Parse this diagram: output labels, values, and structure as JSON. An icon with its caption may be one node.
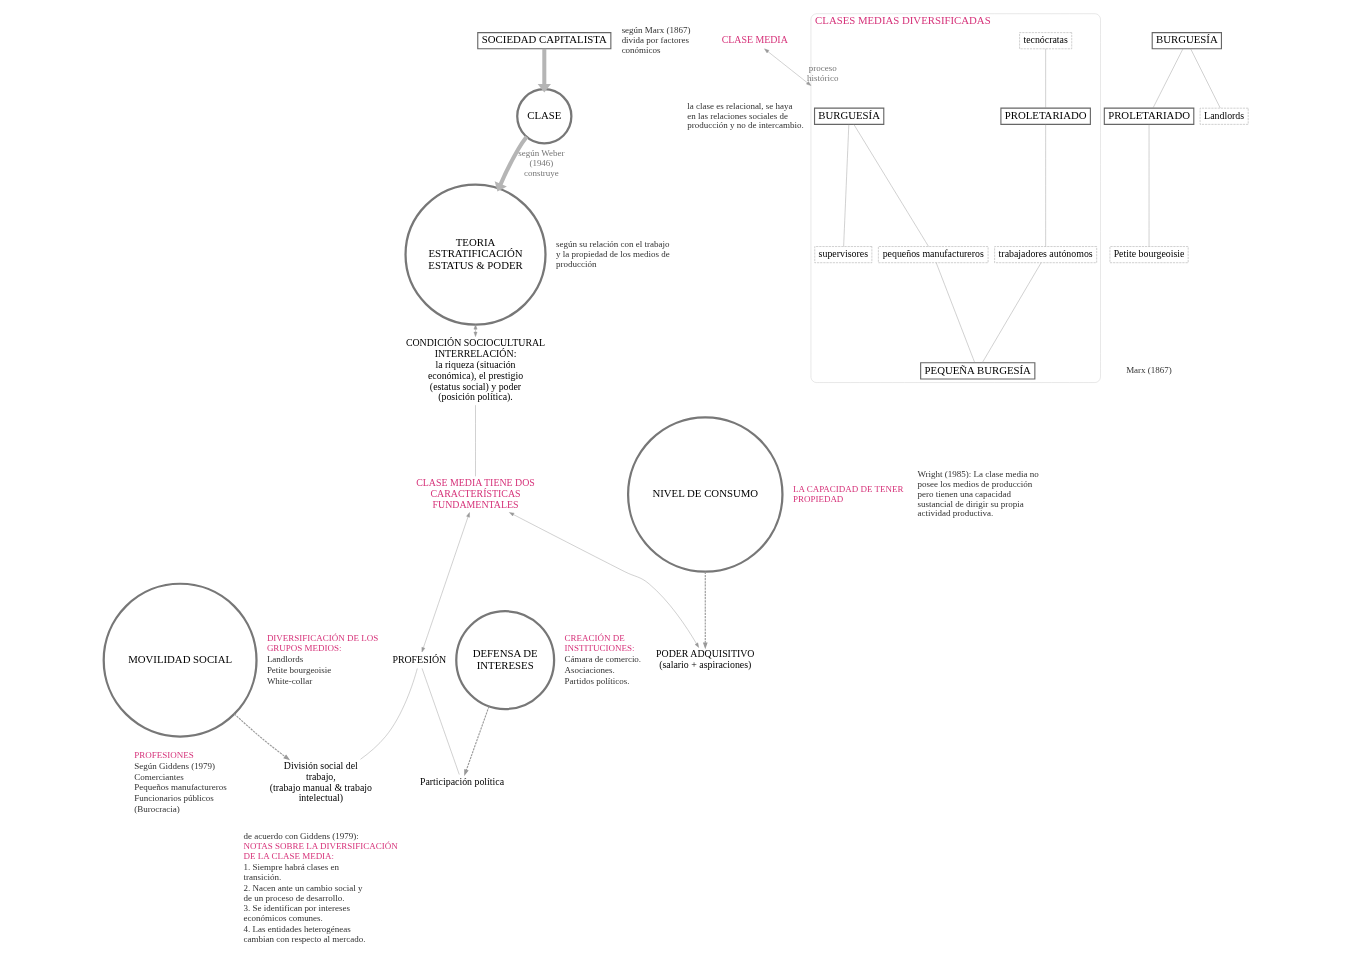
{
  "diagram": {
    "nodes": [
      {
        "text": [
          "SOCIEDAD CAPITALISTA"
        ],
        "beside": [
          "según Marx (1867) divida por factores conómicos"
        ]
      },
      {
        "text": [
          "CLASE"
        ]
      },
      {
        "text": [
          "CLASE MEDIA"
        ]
      },
      {
        "text": [
          "BURGUESÍA"
        ]
      },
      {
        "text": [
          "PROLETARIADO"
        ]
      },
      {
        "text": [
          "Landlords"
        ]
      },
      {
        "text": [
          "Petite bourgeoisie"
        ]
      },
      {
        "text": [
          "CLASES MEDIAS DIVERSIFICADAS"
        ]
      },
      {
        "text": [
          "BURGUESÍA"
        ],
        "in": 7
      },
      {
        "text": [
          "supervisores"
        ],
        "in": 7
      },
      {
        "text": [
          "tecnócratas"
        ],
        "in": 7
      },
      {
        "text": [
          "PROLETARIADO"
        ],
        "in": 7
      },
      {
        "text": [
          "pequeños manufactureros"
        ],
        "in": 7
      },
      {
        "text": [
          "trabajadores autónomos"
        ],
        "in": 7
      },
      {
        "text": [
          "PEQUEÑA BURGESÍA"
        ],
        "in": 7
      },
      {
        "text": [
          "TEORIA ESTRATIFICACIÓN",
          "ESTATUS & PODER"
        ]
      },
      {
        "text": [
          "CONDICIÓN SOCIOCULTURAL",
          "INTERRELACIÓN:",
          "la riqueza (situación económica), el prestigio (estatus social) y poder (posición política)."
        ]
      },
      {
        "text": [
          "PROFESIÓN"
        ]
      },
      {
        "text": [
          "CLASE MEDIA TIENE DOS CARACTERÍSTICAS FUNDAMENTALES"
        ]
      },
      {
        "text": [
          "PODER ADQUISITIVO",
          "(salario + aspiraciones)"
        ]
      },
      {
        "text": [
          "División social del trabajo,",
          "(trabajo manual & trabajo intelectual)"
        ]
      },
      {
        "text": [
          "Participación política"
        ]
      },
      {
        "text": [
          "MOVILIDAD SOCIAL"
        ],
        "beside": [
          "DIVERSIFICACIÓN DE LOS GRUPOS MEDIOS:",
          "Landlords",
          "Petite bourgeoisie",
          "White-collar"
        ]
      },
      {
        "text": [
          "DEFENSA DE INTERESES"
        ],
        "beside": [
          "CREACIÓN DE INSTITUCIONES:",
          "Cámara de comercio.",
          "Asociaciones.",
          "Partidos políticos."
        ]
      },
      {
        "text": [
          "NIVEL DE CONSUMO"
        ],
        "beside": [
          "LA CAPACIDAD DE TENER PROPIEDAD"
        ]
      }
    ],
    "edges": [
      {
        "from": 0,
        "to": 1,
        "arrow": "to",
        "style": "thick"
      },
      {
        "from": 1,
        "to": 15,
        "arrow": "to",
        "style": "thick",
        "label": "según Weber (1946) construye"
      },
      {
        "from": 3,
        "to": 4,
        "arrow": "none"
      },
      {
        "from": 3,
        "to": 5,
        "arrow": "none"
      },
      {
        "from": 4,
        "to": 6,
        "arrow": "none"
      },
      {
        "from": 2,
        "to": 7,
        "arrow": "both",
        "label": "proceso histórico"
      },
      {
        "from": 8,
        "to": 9,
        "arrow": "none"
      },
      {
        "from": 10,
        "to": 11,
        "arrow": "none"
      },
      {
        "from": 8,
        "to": 12,
        "arrow": "none"
      },
      {
        "from": 11,
        "to": 13,
        "arrow": "none"
      },
      {
        "from": 12,
        "to": 14,
        "arrow": "none"
      },
      {
        "from": 13,
        "to": 14,
        "arrow": "none"
      },
      {
        "from": 15,
        "to": 16,
        "arrow": "both"
      },
      {
        "from": 16,
        "to": 18,
        "arrow": "none"
      },
      {
        "from": 18,
        "to": 17,
        "arrow": "both"
      },
      {
        "from": 18,
        "to": 19,
        "arrow": "both"
      },
      {
        "from": 17,
        "to": 20,
        "arrow": "none"
      },
      {
        "from": 17,
        "to": 21,
        "arrow": "none"
      },
      {
        "from": 22,
        "to": 20,
        "arrow": "to",
        "style": "dashed"
      },
      {
        "from": 23,
        "to": 21,
        "arrow": "to",
        "style": "dashed"
      },
      {
        "from": 24,
        "to": 19,
        "arrow": "to",
        "style": "dashed"
      }
    ],
    "labels": [
      "según su relación con el trabajo y la propiedad de los medios de producción",
      "Marx (1867)",
      "la clase es relacional, se haya en las relaciones sociales de producción y no de intercambio.",
      "Wright (1985): La clase media no posee los medios de producción pero tienen una capacidad sustancial de dirigir su propia actividad productiva.",
      "de acuerdo con Giddens (1979):",
      "NOTAS SOBRE LA DIVERSIFICACIÓN DE LA CLASE MEDIA:",
      "1. Siempre habrá clases en transición.",
      "2. Nacen ante un cambio social y de un proceso de desarrollo.",
      "3. Se identifican por intereses económicos comunes.",
      "4. Las entidades heterogéneas cambian con respecto al mercado.",
      "PROFESIONES",
      "Según Giddens (1979)",
      "Comerciantes",
      "Pequeños manufactureros",
      "Funcionarios públicos",
      "(Burocracia)"
    ]
  }
}
